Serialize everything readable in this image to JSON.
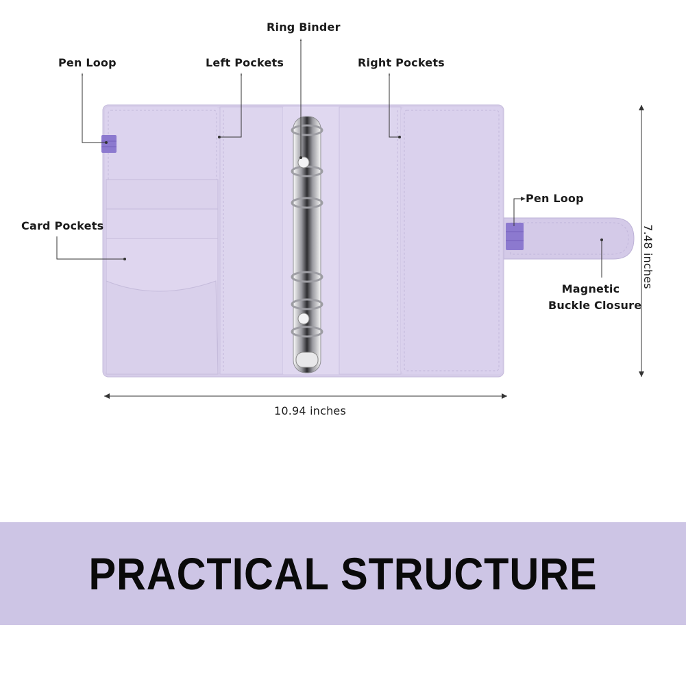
{
  "labels": {
    "ring_binder": "Ring Binder",
    "pen_loop_left": "Pen Loop",
    "left_pockets": "Left Pockets",
    "right_pockets": "Right Pockets",
    "card_pockets": "Card Pockets",
    "pen_loop_right": "Pen Loop",
    "magnetic_line1": "Magnetic",
    "magnetic_line2": "Buckle Closure"
  },
  "dimensions": {
    "width": "10.94 inches",
    "height": "7.48 inches"
  },
  "banner": {
    "title": "PRACTICAL STRUCTURE"
  },
  "colors": {
    "binder_body": "#d8cfea",
    "binder_inner": "#e2daf0",
    "pen_loop": "#8a77cc",
    "banner": "#cdc5e5",
    "rings": "#c9c9cc"
  }
}
